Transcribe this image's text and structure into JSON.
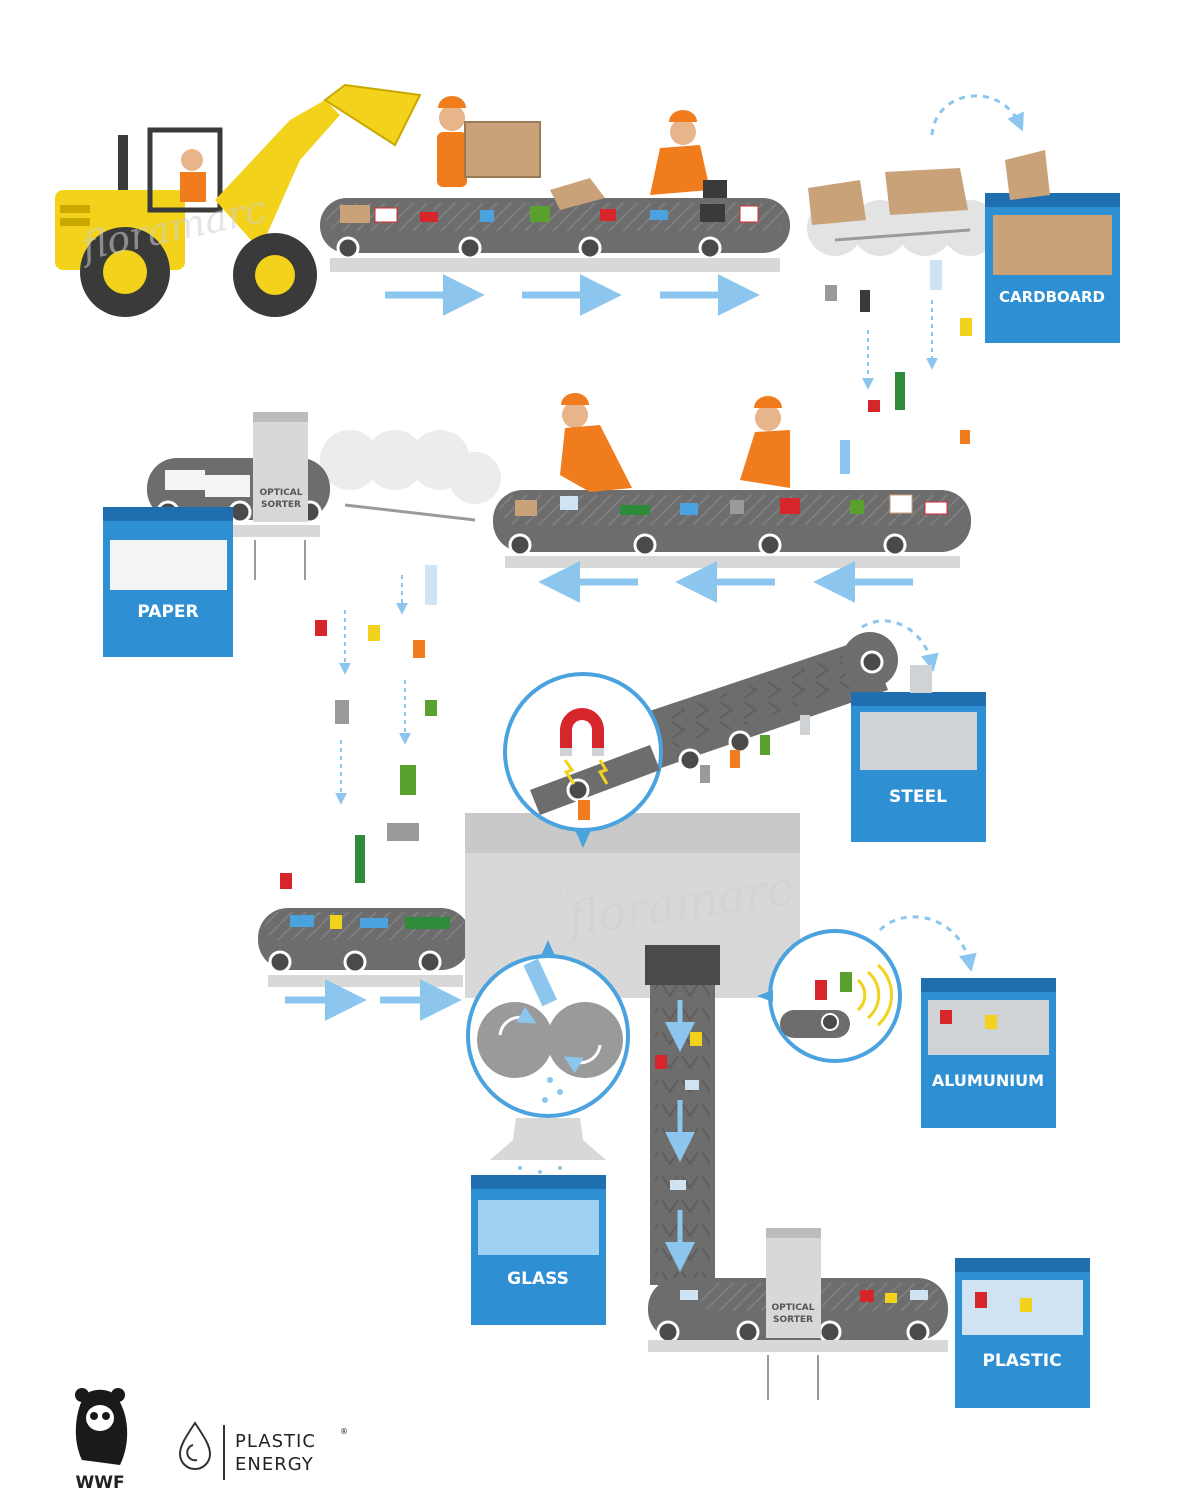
{
  "bins": {
    "cardboard": "CARDBOARD",
    "paper": "PAPER",
    "steel": "STEEL",
    "alumunium": "ALUMUNIUM",
    "glass": "GLASS",
    "plastic": "PLASTIC"
  },
  "sorters": {
    "top_line1": "OPTICAL",
    "top_line2": "SORTER",
    "bottom_line1": "OPTICAL",
    "bottom_line2": "SORTER"
  },
  "watermarks": {
    "first": "floramarc",
    "second_by": "by",
    "second": "floramarc"
  },
  "logos": {
    "wwf": "WWF",
    "plastic_energy_line1": "PLASTIC",
    "plastic_energy_reg": "®",
    "plastic_energy_line2": "ENERGY"
  },
  "colors": {
    "bin_blue": "#2f8fd3",
    "bin_dark": "#1f6fb0",
    "belt": "#6d6d6d",
    "belt_dark": "#4a4a4a",
    "machine": "#d8d8d8",
    "arrow": "#8cc6ee",
    "loader": "#f2d21b",
    "worker": "#f07c1e",
    "magnet_red": "#d6262b",
    "accent_blue": "#4aa3df"
  }
}
